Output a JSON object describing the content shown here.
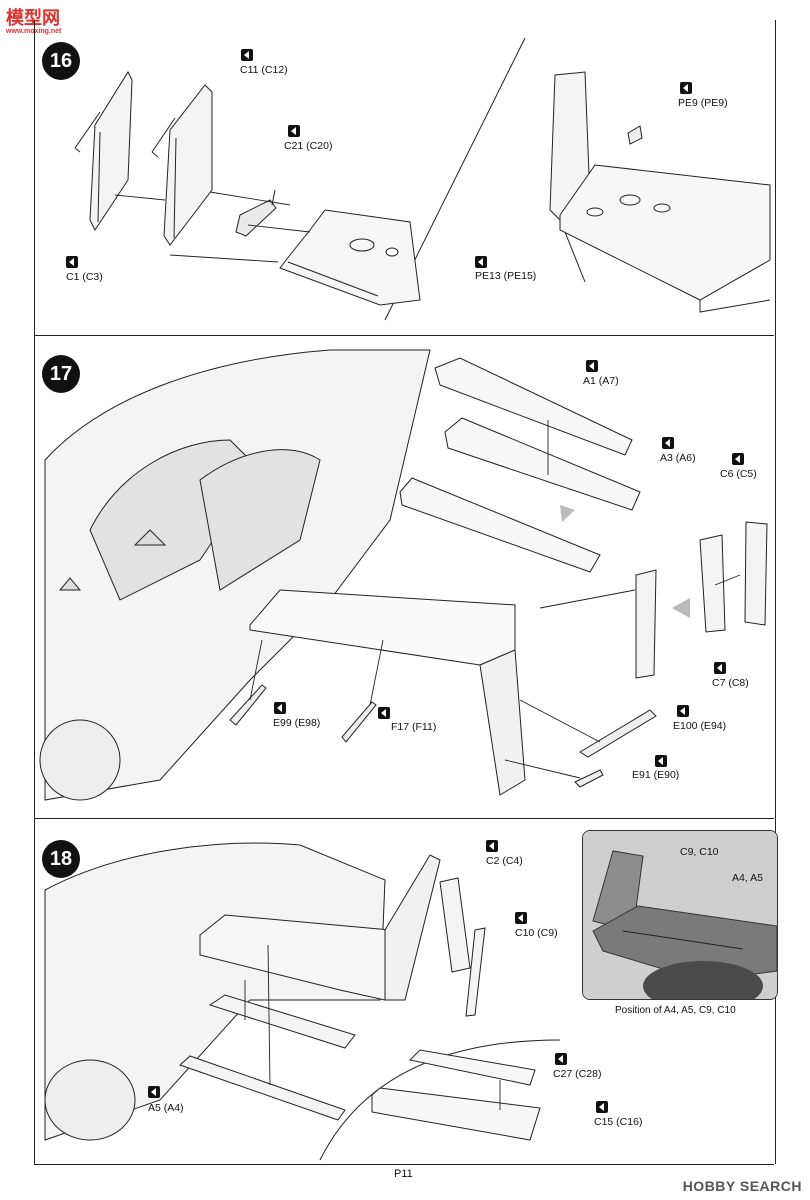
{
  "watermark": {
    "left_main": "模型网",
    "left_sub": "www.moxing.net",
    "right": "HOBBY SEARCH"
  },
  "steps": {
    "s16": "16",
    "s17": "17",
    "s18": "18"
  },
  "labels": {
    "c11": "C11 (C12)",
    "c21": "C21 (C20)",
    "c1": "C1 (C3)",
    "pe9": "PE9 (PE9)",
    "pe13": "PE13 (PE15)",
    "a1": "A1 (A7)",
    "a3": "A3 (A6)",
    "c6": "C6 (C5)",
    "c7": "C7 (C8)",
    "e99": "E99 (E98)",
    "f17": "F17 (F11)",
    "e100": "E100 (E94)",
    "e91": "E91 (E90)",
    "c2": "C2 (C4)",
    "c10": "C10 (C9)",
    "c9c10": "C9, C10",
    "a4a5": "A4, A5",
    "a5": "A5 (A4)",
    "c27": "C27 (C28)",
    "c15": "C15 (C16)"
  },
  "caption": "Position of A4, A5, C9, C10",
  "page_number": "P11",
  "icons": {
    "part_marker": "cement-marker-icon",
    "arrow": "assembly-arrow-icon"
  }
}
